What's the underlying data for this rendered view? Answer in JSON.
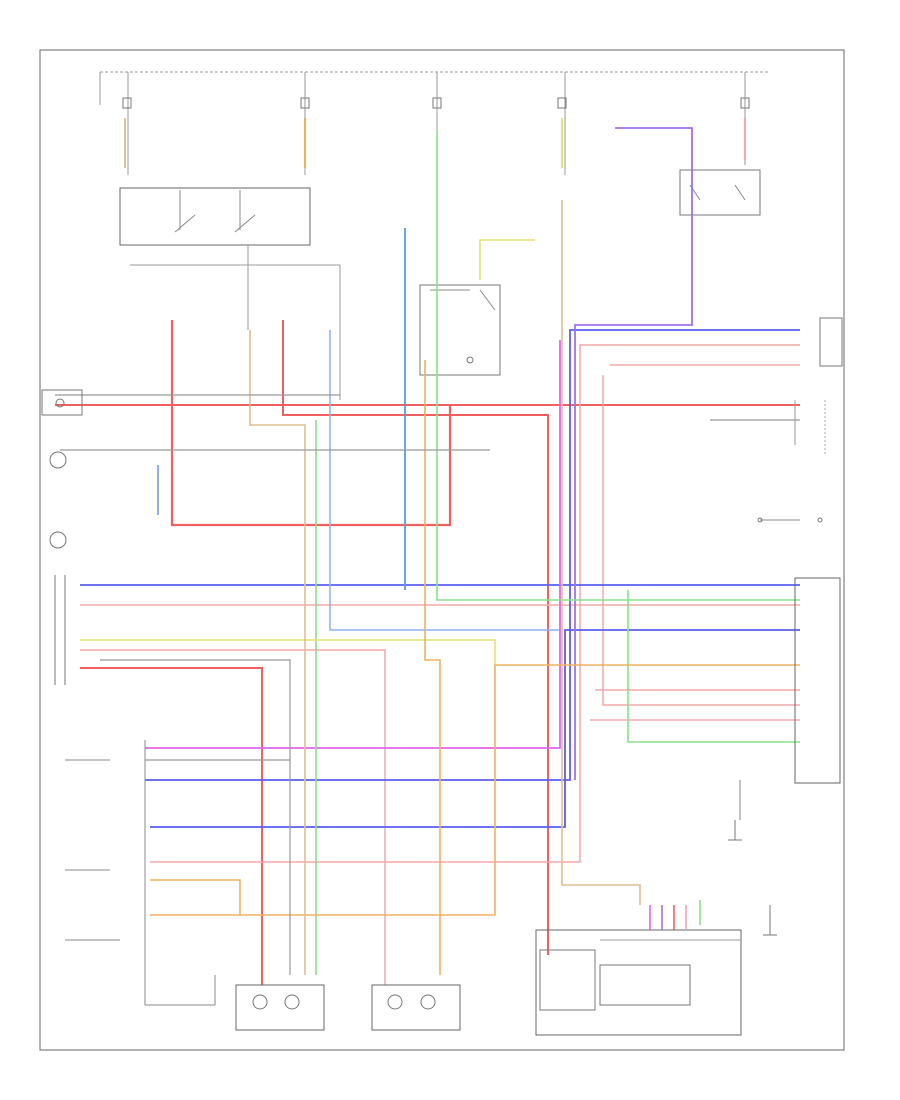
{
  "colors": {
    "red": "#f06060",
    "red_light": "#f4a8a8",
    "pink": "#f2a2c0",
    "magenta": "#e066e8",
    "purple": "#a070f0",
    "blue": "#5a5ff0",
    "light_blue": "#8fb0f0",
    "green": "#88e088",
    "yellow": "#e8e070",
    "orange": "#f0b060",
    "tan": "#e0c090",
    "gray": "#999999",
    "dark": "#666666"
  },
  "components": [
    {
      "id": "fuse-1"
    },
    {
      "id": "fuse-2"
    },
    {
      "id": "fuse-3"
    },
    {
      "id": "fuse-4"
    },
    {
      "id": "fuse-5"
    },
    {
      "id": "headlight-relay"
    },
    {
      "id": "tail-light-relay"
    },
    {
      "id": "left-headlight"
    },
    {
      "id": "right-headlight"
    },
    {
      "id": "combination-switch"
    },
    {
      "id": "control-unit"
    },
    {
      "id": "horn-relay"
    },
    {
      "id": "ground-1"
    },
    {
      "id": "ground-2"
    }
  ],
  "footer": {
    "code": ""
  }
}
